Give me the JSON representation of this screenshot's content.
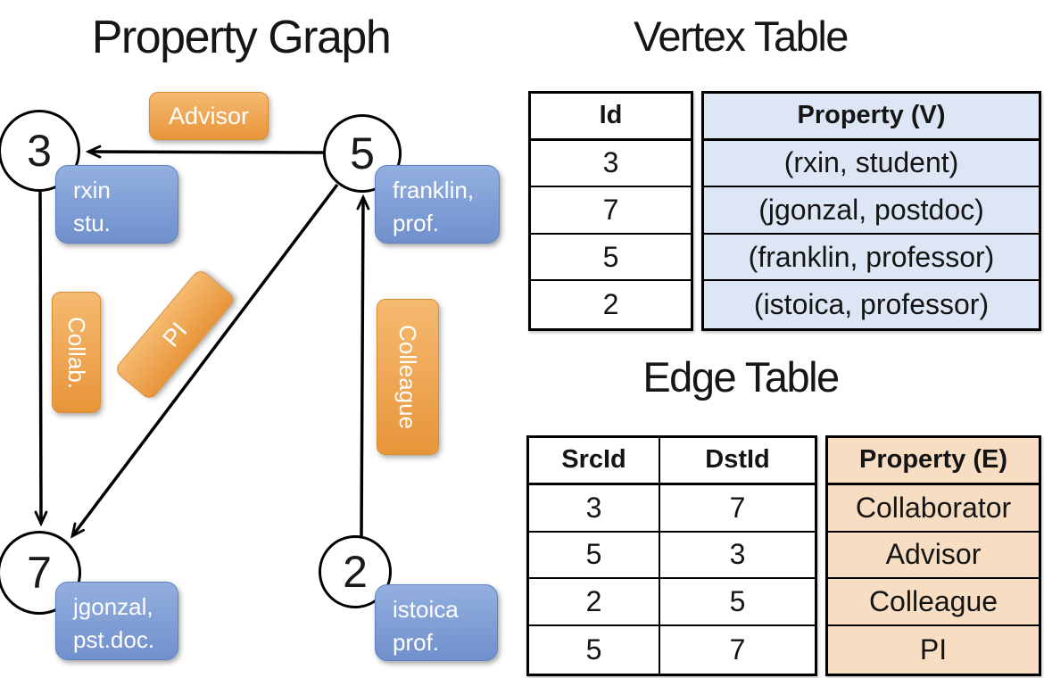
{
  "graph": {
    "title": "Property Graph",
    "nodes": [
      {
        "id": "3",
        "label_lines": [
          "rxin",
          "stu."
        ]
      },
      {
        "id": "5",
        "label_lines": [
          "franklin,",
          "prof."
        ]
      },
      {
        "id": "7",
        "label_lines": [
          "jgonzal,",
          "pst.doc."
        ]
      },
      {
        "id": "2",
        "label_lines": [
          "istoica",
          "prof."
        ]
      }
    ],
    "edges": [
      {
        "label": "Advisor",
        "src": "5",
        "dst": "3"
      },
      {
        "label": "Collab.",
        "src": "3",
        "dst": "7"
      },
      {
        "label": "PI",
        "src": "5",
        "dst": "7"
      },
      {
        "label": "Colleague",
        "src": "2",
        "dst": "5"
      }
    ]
  },
  "vertex_table": {
    "title": "Vertex Table",
    "columns": [
      "Id",
      "Property (V)"
    ],
    "rows": [
      [
        "3",
        "(rxin, student)"
      ],
      [
        "7",
        "(jgonzal, postdoc)"
      ],
      [
        "5",
        "(franklin, professor)"
      ],
      [
        "2",
        "(istoica, professor)"
      ]
    ]
  },
  "edge_table": {
    "title": "Edge Table",
    "columns": [
      "SrcId",
      "DstId",
      "Property (E)"
    ],
    "rows": [
      [
        "3",
        "7",
        "Collaborator"
      ],
      [
        "5",
        "3",
        "Advisor"
      ],
      [
        "2",
        "5",
        "Colleague"
      ],
      [
        "5",
        "7",
        "PI"
      ]
    ]
  },
  "colors": {
    "edge_label_orange_top": "#f5ba70",
    "edge_label_orange_bottom": "#e8953a",
    "edge_label_border": "#d88b33",
    "node_label_blue_top": "#93afdf",
    "node_label_blue_bottom": "#7090cd",
    "node_label_border": "#5d80c1",
    "vertex_cell_bg": "#dde6f4",
    "edge_cell_bg": "#f7ddc1",
    "line_black": "#000000"
  }
}
